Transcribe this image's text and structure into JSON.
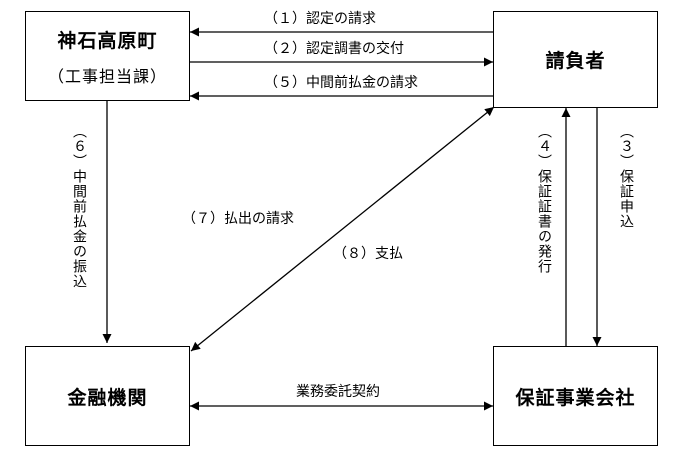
{
  "boxes": {
    "kamiishi": {
      "title": "神石高原町",
      "subtitle": "（工事担当課）"
    },
    "contractor": {
      "title": "請負者"
    },
    "bank": {
      "title": "金融機関"
    },
    "guarantor": {
      "title": "保証事業会社"
    }
  },
  "flows": {
    "f1": "（１）認定の請求",
    "f2": "（２）認定調書の交付",
    "f5": "（５）中間前払金の請求",
    "f6": "（６）中間前払金の振込",
    "f4": "（４）保証証書の発行",
    "f3": "（３）保証申込",
    "f7": "（７）払出の請求",
    "f8": "（８）支払",
    "contract": "業務委託契約"
  }
}
